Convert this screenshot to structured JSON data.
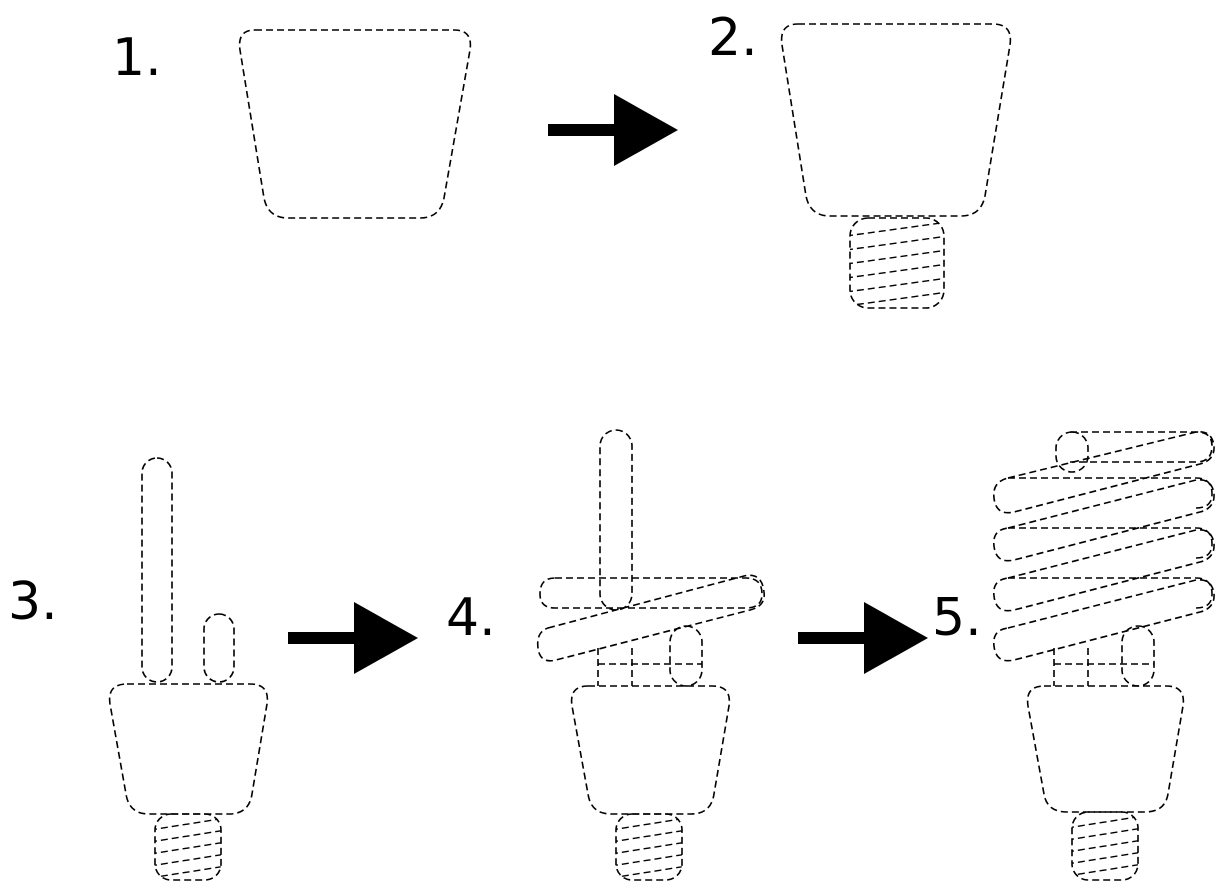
{
  "steps": [
    {
      "label": "1."
    },
    {
      "label": "2."
    },
    {
      "label": "3."
    },
    {
      "label": "4."
    },
    {
      "label": "5."
    }
  ],
  "colors": {
    "ink": "#000000",
    "background": "#ffffff"
  },
  "icons": {
    "arrow": "right-arrow-icon",
    "lamp": "cfl-bulb-icon"
  }
}
